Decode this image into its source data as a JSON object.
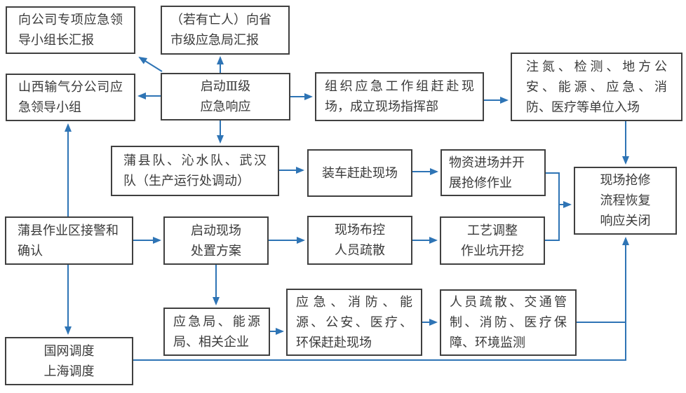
{
  "diagram": {
    "type": "flowchart",
    "language": "zh-CN",
    "colors": {
      "arrow": "#2E74B5",
      "node_border": "#404040",
      "node_fill": "#FFFFFF",
      "text": "#3A3A3A",
      "background": "#FFFFFF"
    },
    "nodes": {
      "report_company_leader": {
        "label": "向公司专项应急领\n导小组长汇报"
      },
      "report_provincial": {
        "label": "（若有亡人）向省\n市级应急局汇报"
      },
      "shanxi_emergency_group": {
        "label": "山西输气分公司应\n急领导小组"
      },
      "start_level3_response": {
        "label": "启动Ⅲ级\n应急响应"
      },
      "organize_workgroup": {
        "label": "组织应急工作组赶赴现\n场，成立现场指挥部"
      },
      "support_units_enter": {
        "label": "注氮、检测、地方公\n安、能源、应急、消\n防、医疗等单位入场"
      },
      "repair_teams": {
        "label": "蒲县队、沁水队、武汉\n队（生产运行处调动）"
      },
      "load_depart": {
        "label": "装车赶赴现场"
      },
      "materials_arrive": {
        "label": "物资进场并开\n展抢修作业"
      },
      "repair_complete": {
        "label": "现场抢修\n流程恢复\n响应关闭"
      },
      "puxian_alarm": {
        "label": "蒲县作业区接警和\n确认"
      },
      "start_site_plan": {
        "label": "启动现场\n处置方案"
      },
      "site_control": {
        "label": "现场布控\n人员疏散"
      },
      "process_adjust": {
        "label": "工艺调整\n作业坑开挖"
      },
      "local_bureaus": {
        "label": "应急局、能源\n局、相关企业"
      },
      "agencies_depart": {
        "label": "应急、消防、能\n源、公安、医疗、\n环保赶赴现场"
      },
      "traffic_control": {
        "label": "人员疏散、交通管\n制、消防、医疗保\n障、环境监测"
      },
      "grid_dispatch": {
        "label": "国网调度\n上海调度"
      }
    },
    "edges": [
      {
        "from": "start_level3_response",
        "to": "report_company_leader"
      },
      {
        "from": "start_level3_response",
        "to": "report_provincial"
      },
      {
        "from": "start_level3_response",
        "to": "shanxi_emergency_group"
      },
      {
        "from": "start_level3_response",
        "to": "organize_workgroup"
      },
      {
        "from": "organize_workgroup",
        "to": "support_units_enter"
      },
      {
        "from": "support_units_enter",
        "to": "repair_complete"
      },
      {
        "from": "start_level3_response",
        "to": "repair_teams"
      },
      {
        "from": "repair_teams",
        "to": "load_depart"
      },
      {
        "from": "load_depart",
        "to": "materials_arrive"
      },
      {
        "from": "materials_arrive",
        "to": "repair_complete"
      },
      {
        "from": "process_adjust",
        "to": "repair_complete"
      },
      {
        "from": "puxian_alarm",
        "to": "shanxi_emergency_group"
      },
      {
        "from": "puxian_alarm",
        "to": "start_site_plan"
      },
      {
        "from": "puxian_alarm",
        "to": "grid_dispatch"
      },
      {
        "from": "start_site_plan",
        "to": "site_control"
      },
      {
        "from": "site_control",
        "to": "process_adjust"
      },
      {
        "from": "start_site_plan",
        "to": "local_bureaus"
      },
      {
        "from": "local_bureaus",
        "to": "agencies_depart"
      },
      {
        "from": "agencies_depart",
        "to": "traffic_control"
      },
      {
        "from": "traffic_control",
        "to": "repair_complete"
      },
      {
        "from": "grid_dispatch",
        "to": "repair_complete"
      }
    ]
  }
}
